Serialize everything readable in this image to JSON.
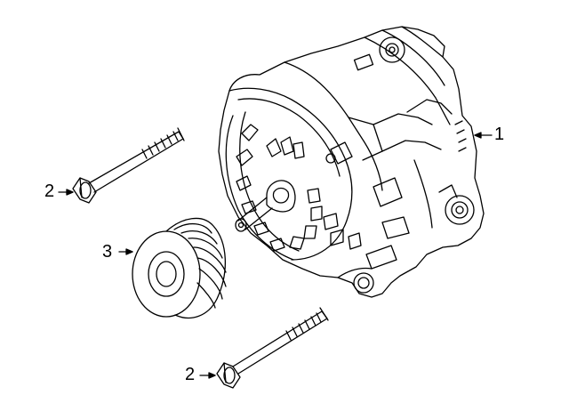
{
  "diagram": {
    "line_color": "#000000",
    "background": "#ffffff",
    "callouts": [
      {
        "label": "1",
        "part": "alternator"
      },
      {
        "label": "2",
        "part": "bolt"
      },
      {
        "label": "3",
        "part": "pulley"
      },
      {
        "label": "2",
        "part": "bolt"
      }
    ]
  }
}
